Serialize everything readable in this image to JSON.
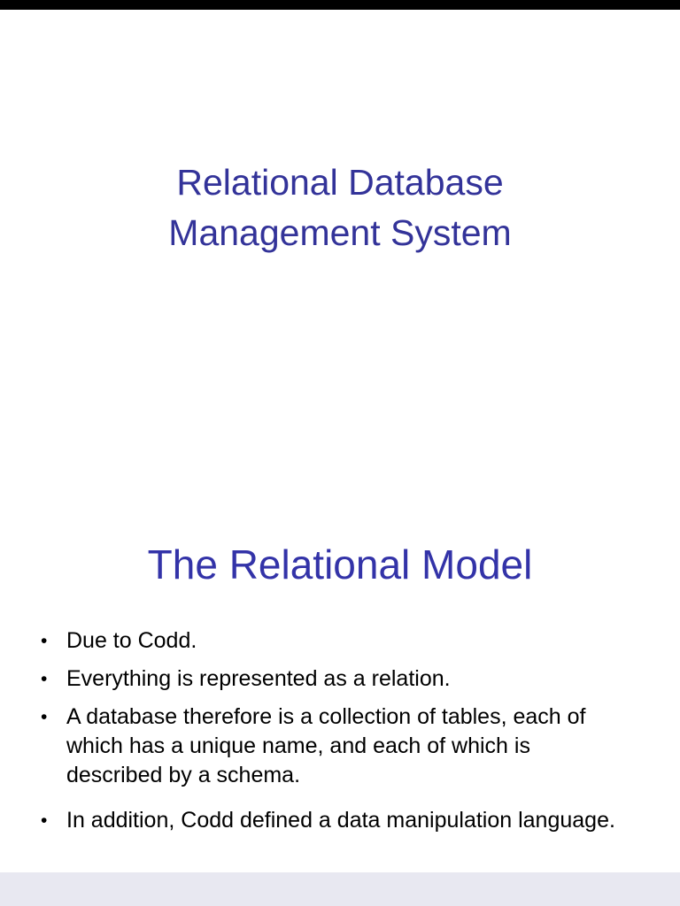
{
  "slide": {
    "title_line1": "Relational Database",
    "title_line2": "Management System",
    "subtitle": "The Relational Model",
    "bullets": [
      "Due to Codd.",
      "Everything is represented as a relation.",
      "A database therefore is a collection of tables, each of which has a unique name, and each of which is described by a schema.",
      "In addition, Codd defined a data manipulation language."
    ],
    "colors": {
      "title_blue": "#333399",
      "subtitle_blue": "#3333a8",
      "body_text": "#000000",
      "top_bar": "#000000",
      "bottom_bar": "#e8e8f1"
    }
  }
}
